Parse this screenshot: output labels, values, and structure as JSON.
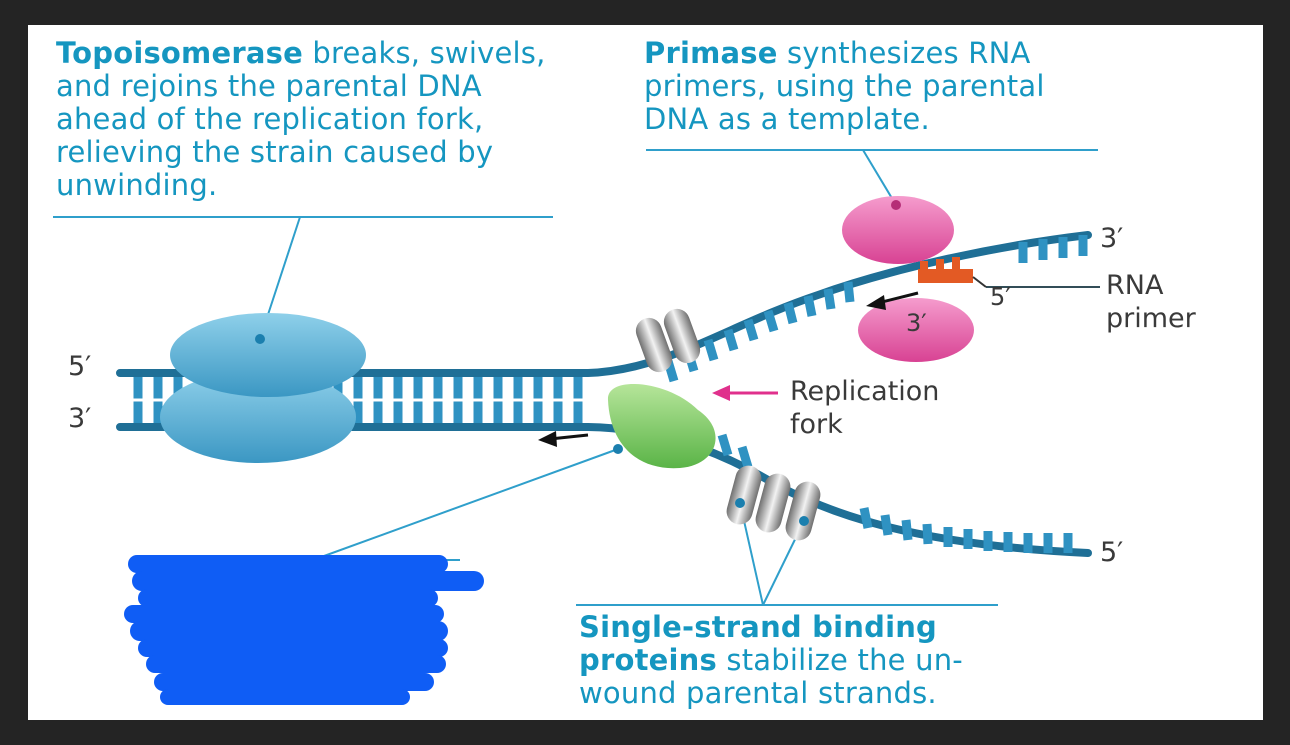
{
  "captions": {
    "topoisomerase": {
      "bold": "Topoisomerase",
      "text": " breaks, swivels,\nand rejoins the parental DNA\nahead of the replication fork,\nrelieving the strain caused by\nunwinding."
    },
    "primase": {
      "bold": "Primase",
      "text": " synthesizes RNA\nprimers, using the parental\nDNA as a template."
    },
    "single_strand_binding": {
      "bold": "Single-strand binding\nproteins",
      "text": " stabilize the un-\nwound parental strands."
    }
  },
  "labels": {
    "left_top_end": "5′",
    "left_bottom_end": "3′",
    "upper_right_end": "3′",
    "lower_right_end": "5′",
    "primer_5": "5′",
    "primer_3": "3′",
    "rna_primer": "RNA\nprimer",
    "replication_fork": "Replication\nfork"
  },
  "colors": {
    "dna": "#1f6f96",
    "rungs": "#2f92c2",
    "caption": "#1596c0",
    "topoisomerase": "#5cb3d6",
    "primase": "#e35fa6",
    "helicase": "#7cc862",
    "ssb": "#8e8e8e",
    "rna_primer": "#e35a24",
    "fork_arrow": "#e0308c",
    "redaction": "#0f5df5"
  }
}
